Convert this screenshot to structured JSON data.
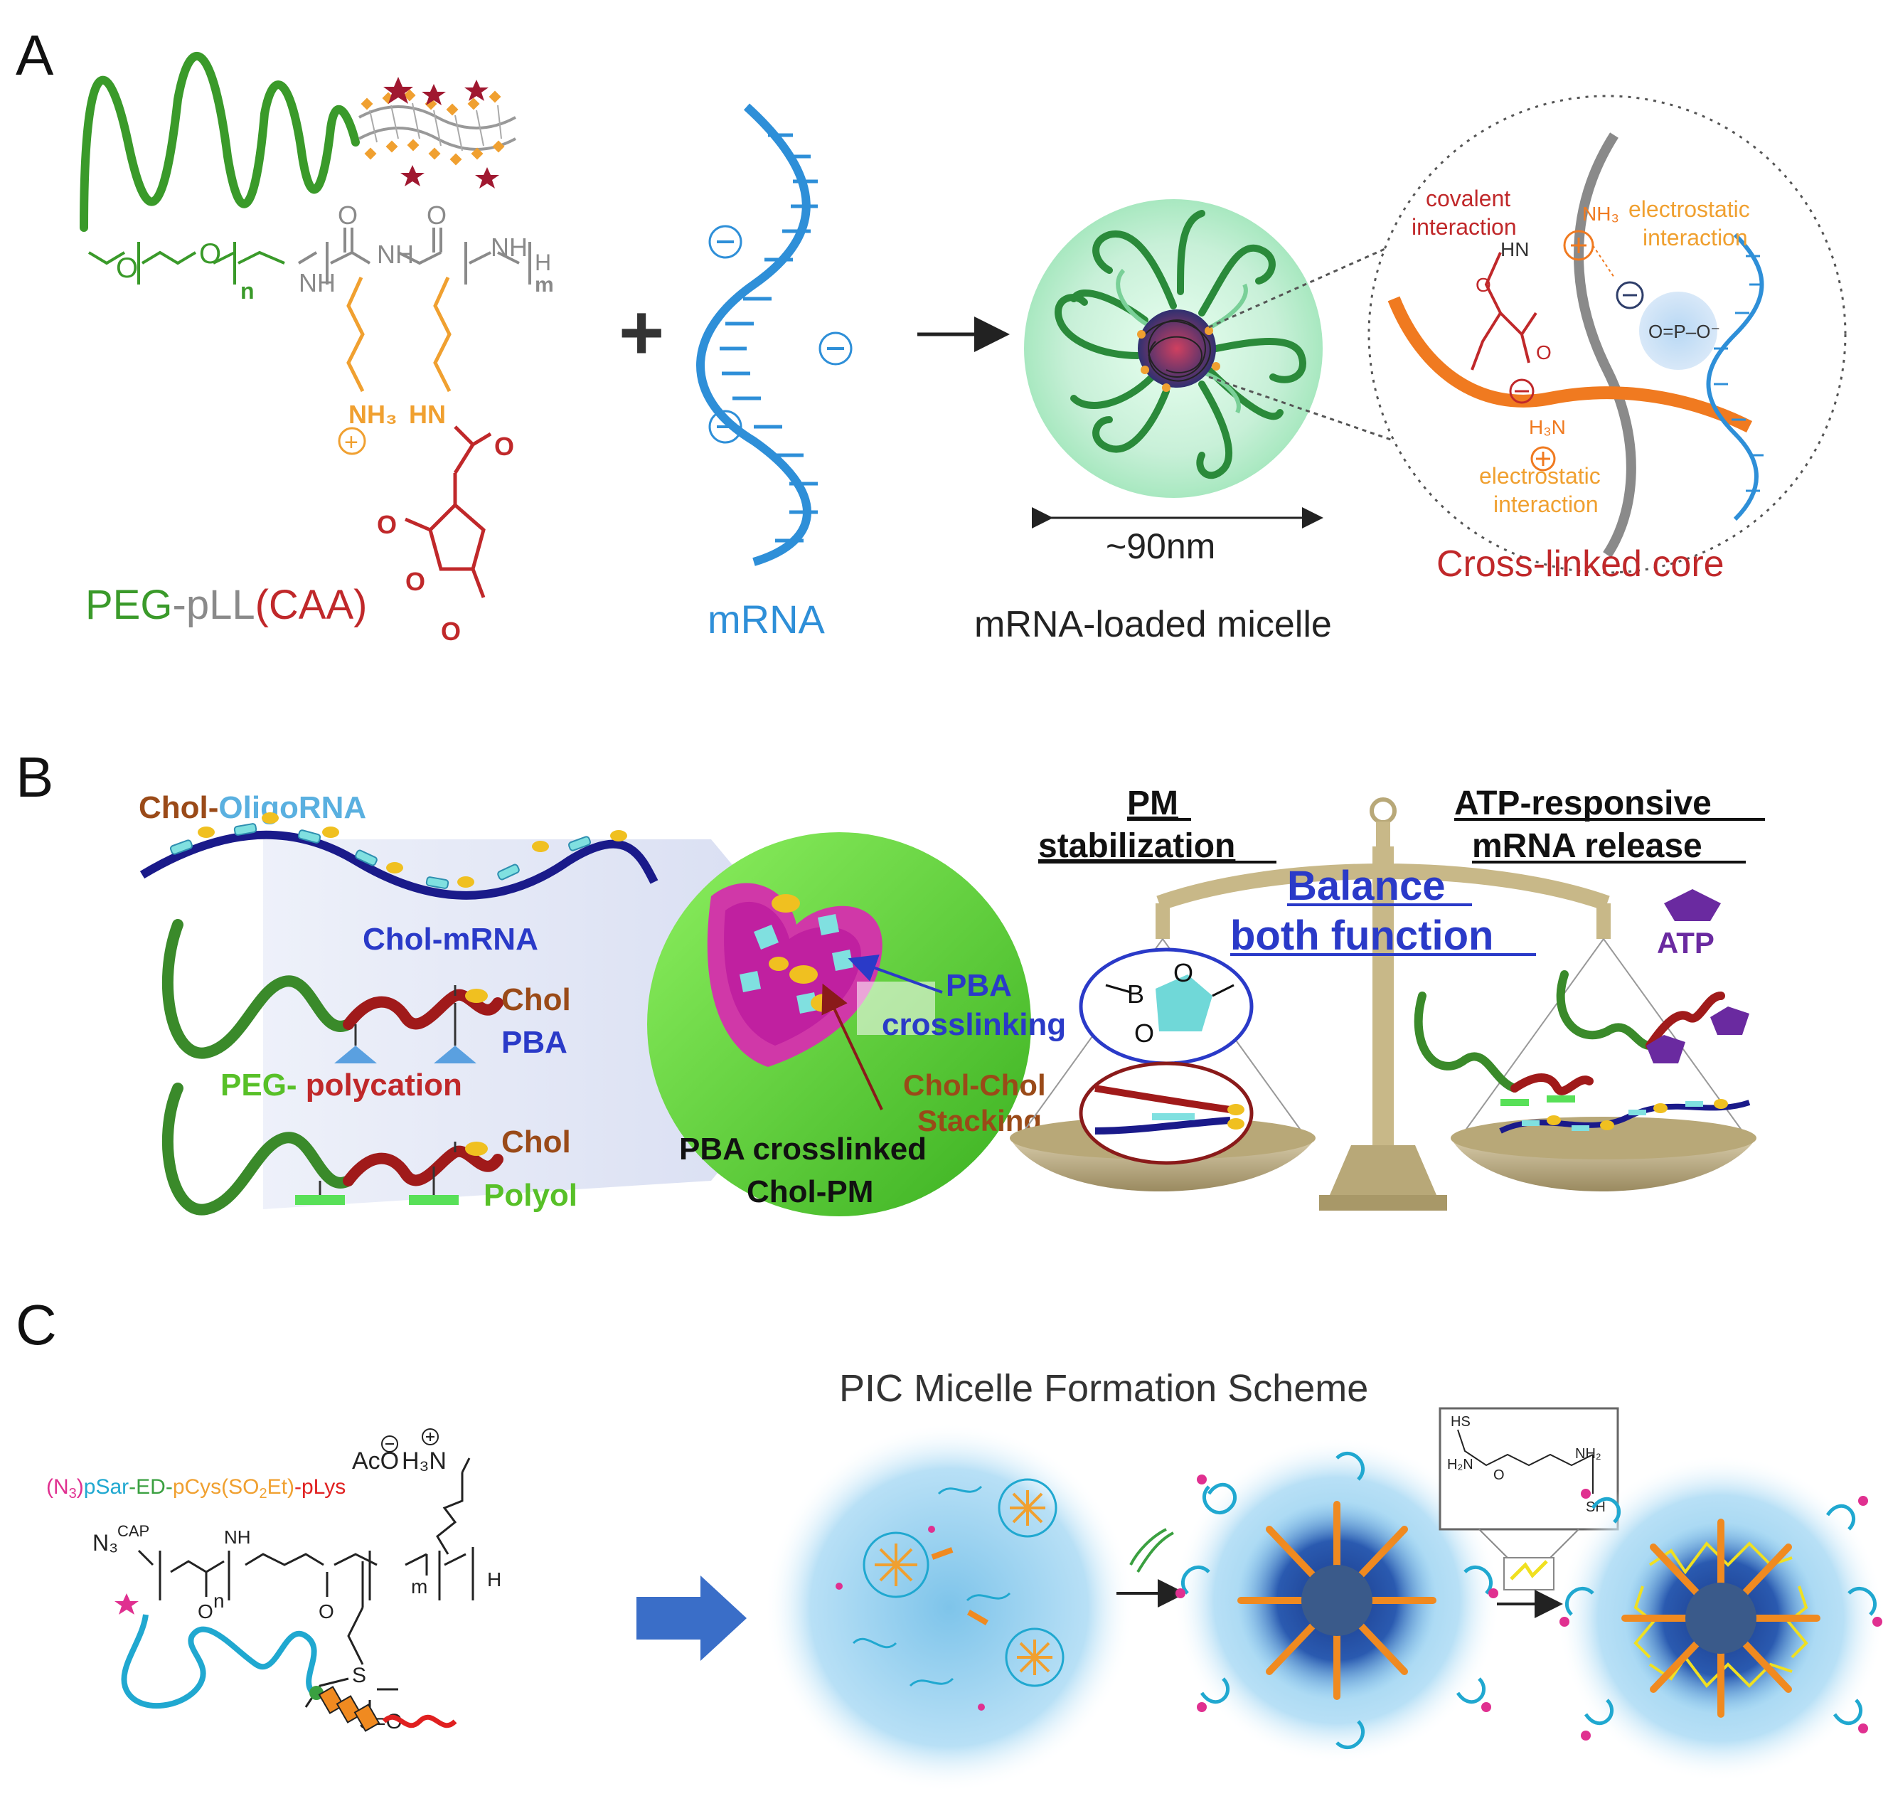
{
  "panel_a": {
    "letter": "A",
    "polymer": {
      "peg": "PEG",
      "dash": "-",
      "pll": "pLL",
      "caa": "(CAA)"
    },
    "chem": {
      "o1": "O",
      "o2": "O",
      "n": "n",
      "h": "H",
      "nh2": "NH",
      "h2": "H",
      "m": "m",
      "nh3": "NH₃",
      "hn": "HN",
      "o3": "O",
      "o4": "O",
      "o5": "O",
      "o6": "O",
      "plus": "+"
    },
    "mrna_label": "mRNA",
    "size": "~90nm",
    "micelle_label": "mRNA-loaded micelle",
    "core_title": "Cross-linked core",
    "covalent": [
      "covalent",
      "interaction"
    ],
    "electrostatic_top": [
      "electrostatic",
      "interaction"
    ],
    "electrostatic_bottom": [
      "electrostatic",
      "interaction"
    ],
    "core_chem": {
      "hn": "HN",
      "nh3": "NH₃",
      "h3n": "H₃N",
      "phosphate": "O=P–O⁻"
    }
  },
  "panel_b": {
    "letter": "B",
    "chol_oligorna": {
      "chol": "Chol-",
      "oligo": "OligoRNA"
    },
    "chol_mrna": "Chol-mRNA",
    "chol1": "Chol",
    "pba": "PBA",
    "peg_polycation": {
      "peg": "PEG- ",
      "poly": "polycation"
    },
    "chol2": "Chol",
    "polyol": "Polyol",
    "pba_crosslinking": [
      "PBA",
      "crosslinking"
    ],
    "chol_chol": [
      "Chol-Chol",
      "Stacking"
    ],
    "micelle_caption": [
      "PBA crosslinked",
      "Chol-PM"
    ],
    "pm_stabilization": [
      "PM",
      "stabilization"
    ],
    "atp_responsive": [
      "ATP-responsive",
      "mRNA release"
    ],
    "balance": [
      "Balance",
      "both function"
    ],
    "atp": "ATP",
    "boronate": {
      "b": "B",
      "o1": "O",
      "o2": "O"
    }
  },
  "panel_c": {
    "letter": "C",
    "polymer_name": {
      "n3": "(N",
      "sub3": "3",
      "close": ")",
      "psar": "pSar",
      "ed": "-ED-",
      "pcys": "pCys(SO",
      "sub2": "2",
      "et": "Et)",
      "plys": "-pLys"
    },
    "chem": {
      "aco": "AcO",
      "h3n": "H₃N",
      "n3": "N₃",
      "cap": "CAP",
      "n": "n",
      "m": "m",
      "nh": "NH",
      "h": "H",
      "o1": "O",
      "o2": "O",
      "s1": "S",
      "so": "S=O"
    },
    "scheme_title": "PIC Micelle Formation Scheme",
    "inset": {
      "hs": "HS",
      "h2n": "H₂N",
      "nh2": "NH₂",
      "sh": "SH",
      "o": "O"
    }
  },
  "colors": {
    "peg_green": "#3a9a2a",
    "pll_gray": "#8a8a8a",
    "caa_red": "#c0282a",
    "orange": "#f0a030",
    "mrna_blue": "#2e8fd8",
    "brown": "#9a4a18",
    "blue_text": "#2a3ac8",
    "dark_blue": "#1a1a8a",
    "light_green": "#58d038",
    "magenta": "#b020a0",
    "cyan": "#80e0e0",
    "gold": "#c8b888",
    "purple": "#6a2aa0",
    "arrow_blue": "#3a6ec8",
    "light_blue": "#a8d8f0",
    "pink_text": "#e03090",
    "cyan_text": "#20a8d0"
  }
}
